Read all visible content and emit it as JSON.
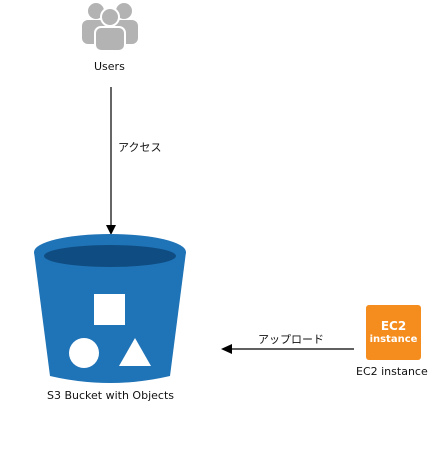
{
  "nodes": {
    "users": {
      "label": "Users",
      "icon": "users-icon"
    },
    "bucket": {
      "label": "S3 Bucket with Objects",
      "icon": "s3-bucket-icon"
    },
    "ec2": {
      "label": "EC2 instance",
      "icon_text_line1": "EC2",
      "icon_text_line2": "instance",
      "icon": "ec2-instance-icon"
    }
  },
  "edges": [
    {
      "from": "users",
      "to": "bucket",
      "label": "アクセス"
    },
    {
      "from": "ec2",
      "to": "bucket",
      "label": "アップロード"
    }
  ],
  "colors": {
    "users_icon": "#b3b3b3",
    "bucket_blue": "#1f73b7",
    "bucket_dark": "#0f4c81",
    "ec2_orange": "#f58c1e",
    "arrow": "#000000"
  }
}
